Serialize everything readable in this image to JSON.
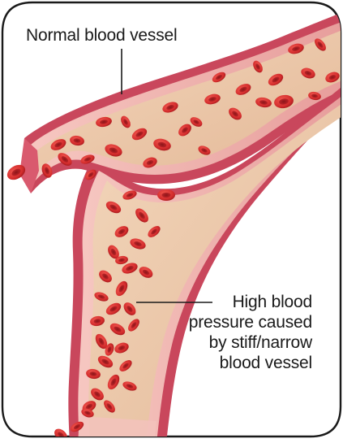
{
  "labels": {
    "normal_vessel": "Normal blood vessel",
    "high_pressure": [
      "High blood",
      "pressure caused",
      "by stiff/narrow",
      "blood vessel"
    ]
  },
  "colors": {
    "frame": "#1a1a1a",
    "vessel_outer": "#c9475c",
    "vessel_wall": "#efb3ae",
    "vessel_inner": "#e9c4a4",
    "blood_cell": "#d42d2d",
    "blood_cell_center": "#8f1216",
    "leader_line": "#1a1a1a"
  },
  "icons": {
    "blood_cell": "red-blood-cell-icon"
  }
}
